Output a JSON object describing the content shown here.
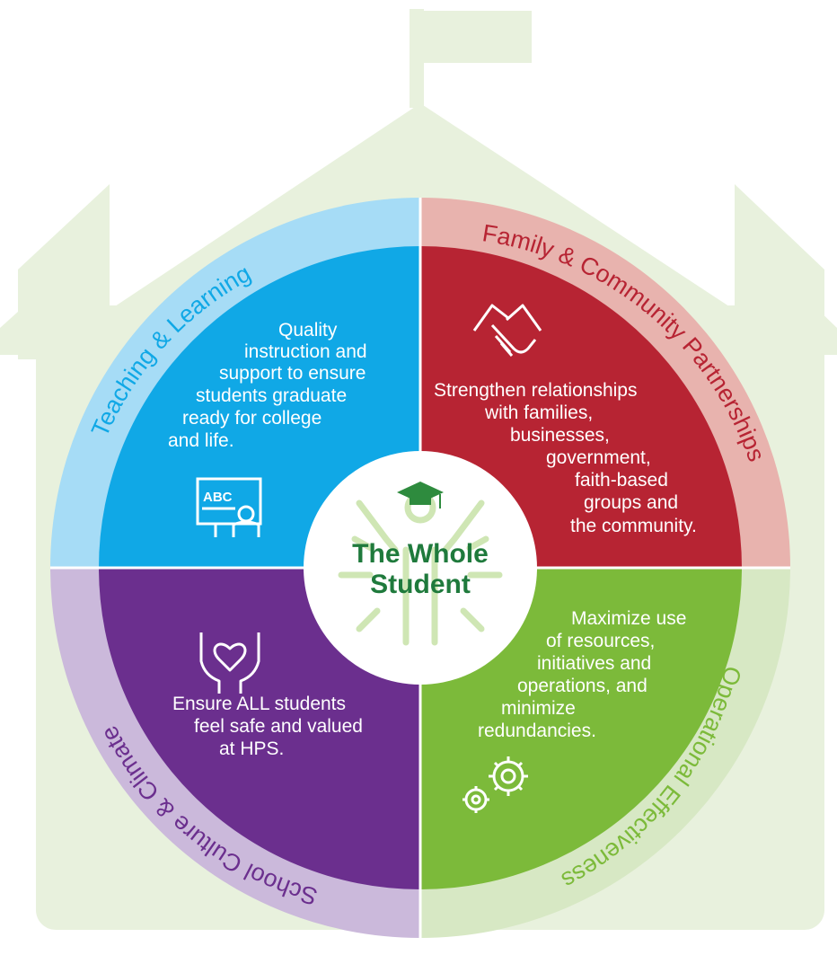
{
  "colors": {
    "house": "#e8f1dd",
    "teaching_inner": "#10a8e6",
    "teaching_ring": "#a6dcf6",
    "teaching_label": "#10a8e6",
    "family_inner": "#b72433",
    "family_ring": "#e8b3ae",
    "family_label": "#b72433",
    "operational_inner": "#7cba3a",
    "operational_ring": "#d7e8c4",
    "operational_label": "#7cba3a",
    "culture_inner": "#6b2f8e",
    "culture_ring": "#cbb9db",
    "culture_label": "#6b2f8e",
    "center_title": "#1f7a3c",
    "center_figure": "#cfe6b4"
  },
  "center": {
    "title_line1": "The Whole",
    "title_line2": "Student",
    "icon": "graduate-figure-icon"
  },
  "quadrants": {
    "teaching": {
      "label": "Teaching & Learning",
      "icon": "teacher-abc-board-icon",
      "lines": [
        "Quality",
        "instruction and",
        "support to ensure",
        "students graduate",
        "ready for college",
        "and life."
      ]
    },
    "family": {
      "label": "Family & Community Partnerships",
      "icon": "handshake-icon",
      "lines": [
        "Strengthen relationships",
        "with families,",
        "businesses,",
        "government,",
        "faith-based",
        "groups and",
        "the community."
      ]
    },
    "operational": {
      "label": "Operational Effectiveness",
      "icon": "gears-icon",
      "lines": [
        "Maximize use",
        "of resources,",
        "initiatives and",
        "operations, and",
        "minimize",
        "redundancies."
      ]
    },
    "culture": {
      "label": "School Culture & Climate",
      "icon": "heart-hands-icon",
      "lines": [
        "Ensure ALL students",
        "feel safe and valued",
        "at HPS."
      ]
    }
  }
}
